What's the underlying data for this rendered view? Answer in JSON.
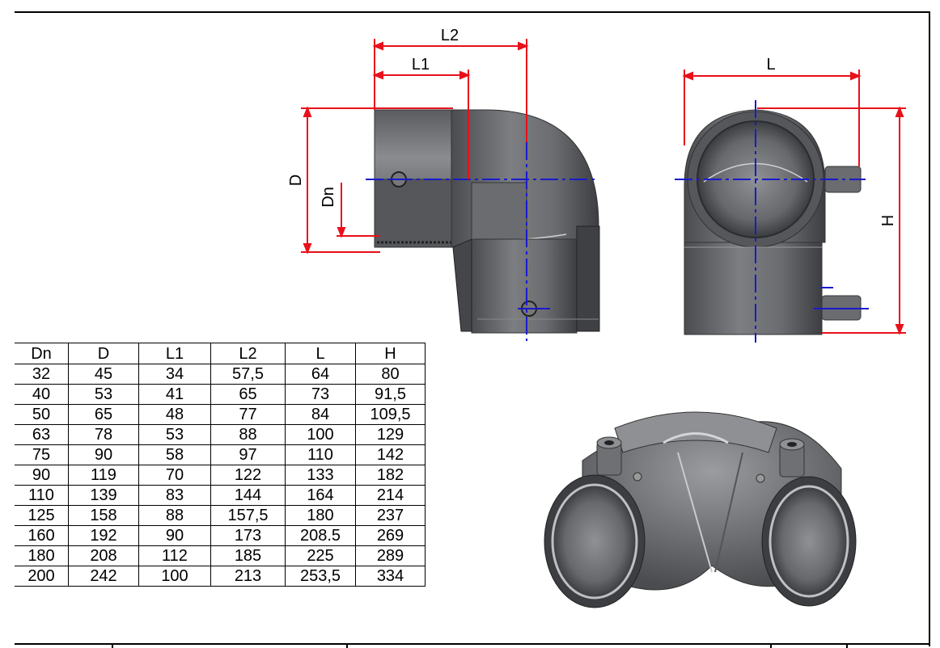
{
  "dimension_labels": {
    "L2": "L2",
    "L1": "L1",
    "L": "L",
    "D": "D",
    "Dn": "Dn",
    "H": "H"
  },
  "table": {
    "columns": [
      "Dn",
      "D",
      "L1",
      "L2",
      "L",
      "H"
    ],
    "rows": [
      [
        "32",
        "45",
        "34",
        "57,5",
        "64",
        "80"
      ],
      [
        "40",
        "53",
        "41",
        "65",
        "73",
        "91,5"
      ],
      [
        "50",
        "65",
        "48",
        "77",
        "84",
        "109,5"
      ],
      [
        "63",
        "78",
        "53",
        "88",
        "100",
        "129"
      ],
      [
        "75",
        "90",
        "58",
        "97",
        "110",
        "142"
      ],
      [
        "90",
        "119",
        "70",
        "122",
        "133",
        "182"
      ],
      [
        "110",
        "139",
        "83",
        "144",
        "164",
        "214"
      ],
      [
        "125",
        "158",
        "88",
        "157,5",
        "180",
        "237"
      ],
      [
        "160",
        "192",
        "90",
        "173",
        "208.5",
        "269"
      ],
      [
        "180",
        "208",
        "112",
        "185",
        "225",
        "289"
      ],
      [
        "200",
        "242",
        "100",
        "213",
        "253,5",
        "334"
      ]
    ]
  },
  "colors": {
    "dimension_line": "#e8101a",
    "center_line": "#1a1acc",
    "body_gray": "#6b6d70"
  }
}
